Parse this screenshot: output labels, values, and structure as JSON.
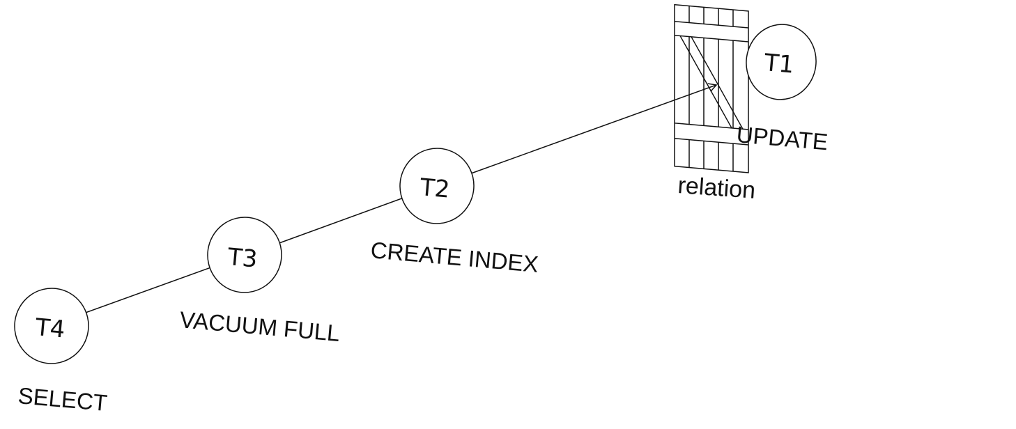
{
  "relation": {
    "label": "relation"
  },
  "transactions": [
    {
      "id": "T1",
      "operation": "UPDATE"
    },
    {
      "id": "T2",
      "operation": "CREATE INDEX"
    },
    {
      "id": "T3",
      "operation": "VACUUM FULL"
    },
    {
      "id": "T4",
      "operation": "SELECT"
    }
  ],
  "colors": {
    "ink": "#111111",
    "background": "#ffffff"
  }
}
